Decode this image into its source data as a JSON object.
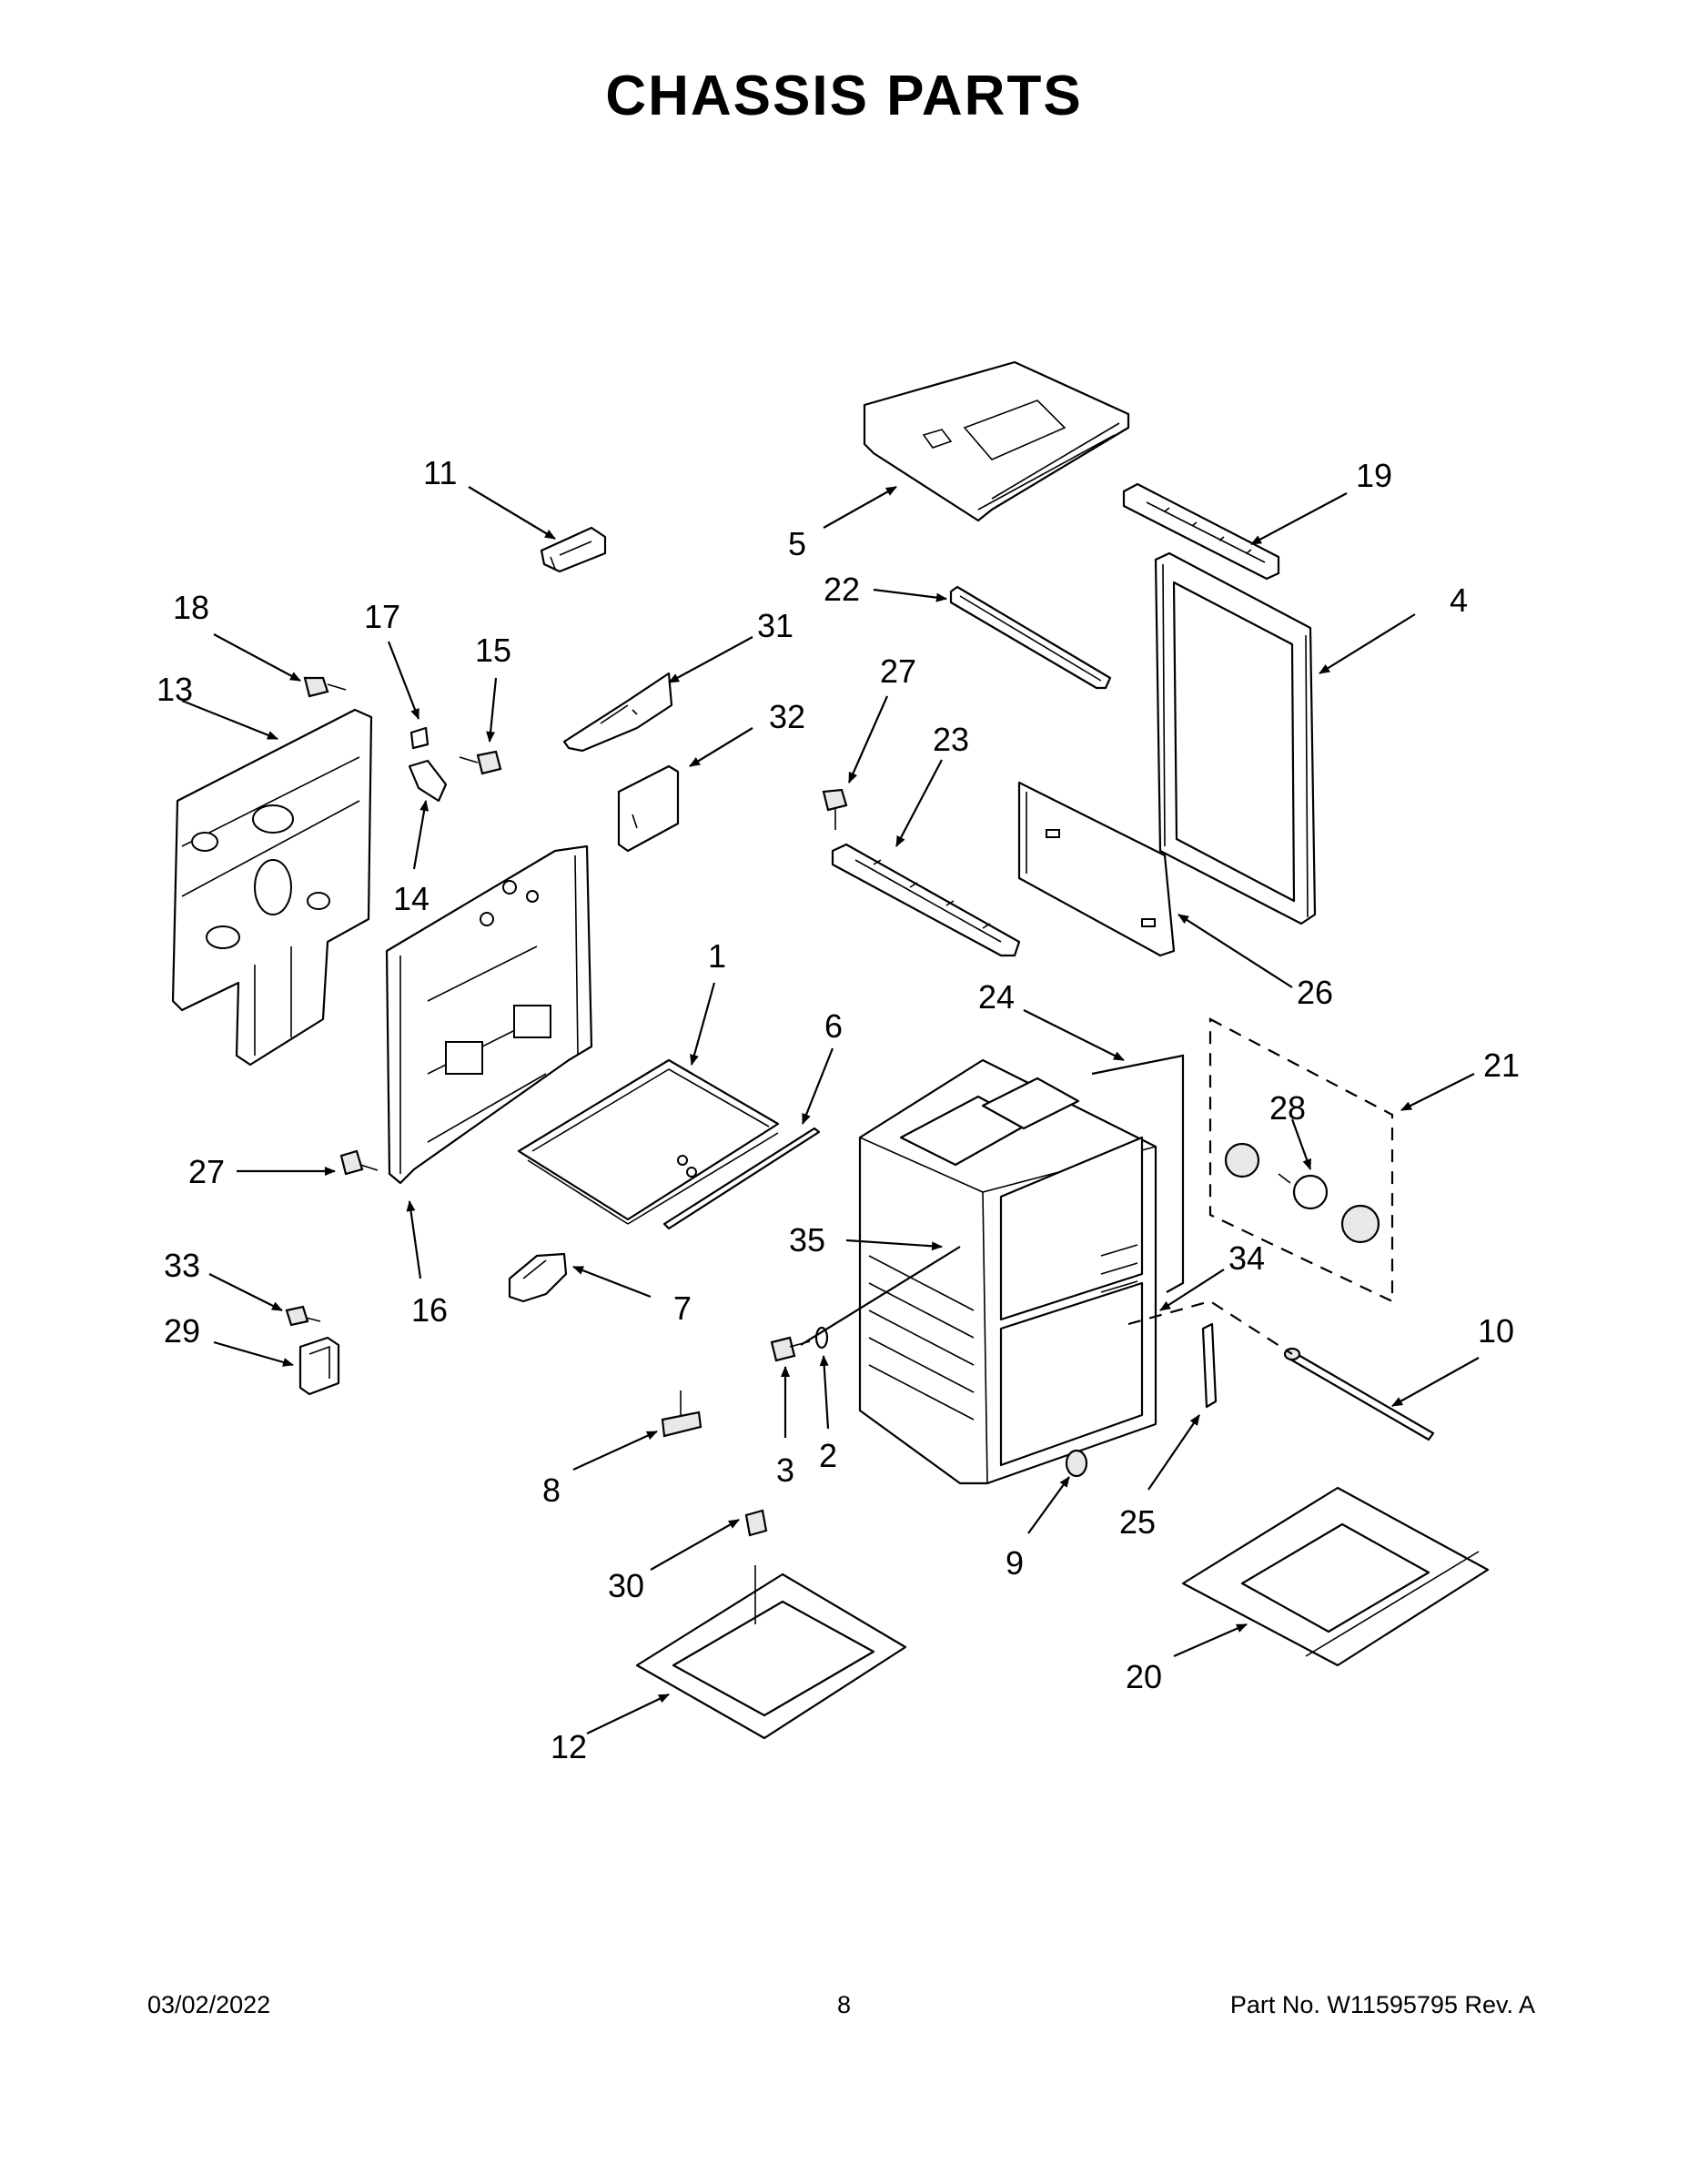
{
  "title": "CHASSIS PARTS",
  "footer": {
    "date": "03/02/2022",
    "page": "8",
    "part_no": "Part No.  W11595795  Rev.  A"
  },
  "callouts": {
    "c1": "1",
    "c2": "2",
    "c3": "3",
    "c4": "4",
    "c5": "5",
    "c6": "6",
    "c7": "7",
    "c8": "8",
    "c9": "9",
    "c10": "10",
    "c11": "11",
    "c12": "12",
    "c13": "13",
    "c14": "14",
    "c15": "15",
    "c16": "16",
    "c17": "17",
    "c18": "18",
    "c19": "19",
    "c20": "20",
    "c21": "21",
    "c22": "22",
    "c23": "23",
    "c24": "24",
    "c25": "25",
    "c26": "26",
    "c27a": "27",
    "c27b": "27",
    "c28": "28",
    "c29": "29",
    "c30": "30",
    "c31": "31",
    "c32": "32",
    "c33": "33",
    "c34": "34",
    "c35": "35"
  }
}
